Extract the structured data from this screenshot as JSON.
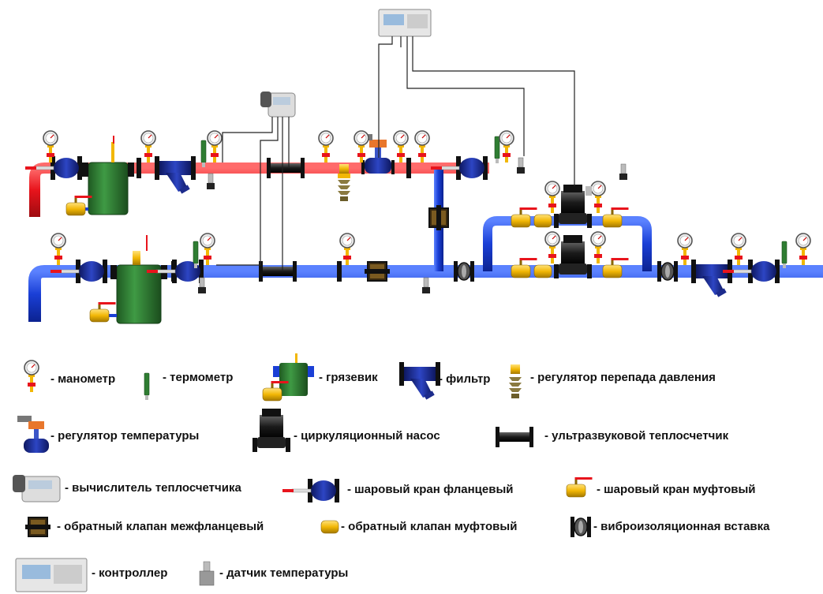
{
  "colors": {
    "supply": "#e8141c",
    "return": "#1a3fd6",
    "mud_collector": "#2f7d32",
    "valve_body": "#1c2b8c",
    "brass": "#f2b705",
    "pump": "#1a1a1a",
    "wire": "#222222"
  },
  "legend": [
    {
      "id": "manometer",
      "label": "- манометр"
    },
    {
      "id": "thermometer",
      "label": "- термометр"
    },
    {
      "id": "mud_collector",
      "label": "- грязевик"
    },
    {
      "id": "filter",
      "label": "- фильтр"
    },
    {
      "id": "dp_regulator",
      "label": "- регулятор перепада давления"
    },
    {
      "id": "temp_regulator",
      "label": "- регулятор температуры"
    },
    {
      "id": "circ_pump",
      "label": "- циркуляционный насос"
    },
    {
      "id": "ultrasonic_meter",
      "label": "- ультразвуковой теплосчетчик"
    },
    {
      "id": "meter_calculator",
      "label": "- вычислитель теплосчетчика"
    },
    {
      "id": "flanged_ball_valve",
      "label": "- шаровый кран фланцевый"
    },
    {
      "id": "coupling_ball_valve",
      "label": "- шаровый кран муфтовый"
    },
    {
      "id": "wafer_check_valve",
      "label": "- обратный клапан межфланцевый"
    },
    {
      "id": "coupling_check_valve",
      "label": "- обратный клапан муфтовый"
    },
    {
      "id": "vibration_insert",
      "label": "- виброизоляционная вставка"
    },
    {
      "id": "controller",
      "label": "- контроллер"
    },
    {
      "id": "temp_sensor",
      "label": "- датчик температуры"
    }
  ]
}
